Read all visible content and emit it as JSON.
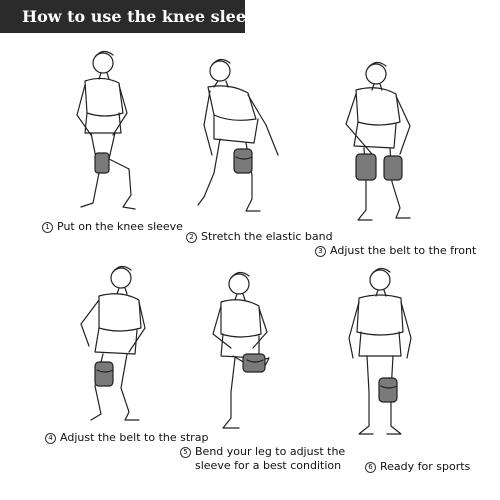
{
  "header": {
    "title": "How to use the knee sleeve."
  },
  "steps": [
    {
      "number": "1",
      "text": "Put on the knee sleeve"
    },
    {
      "number": "2",
      "text": "Stretch the elastic band"
    },
    {
      "number": "3",
      "text": "Adjust the belt to the front"
    },
    {
      "number": "4",
      "text": "Adjust the belt to the strap"
    },
    {
      "number": "5",
      "line1": "Bend your leg to adjust the",
      "line2": "sleeve for a best condition"
    },
    {
      "number": "6",
      "text": "Ready for sports"
    }
  ],
  "colors": {
    "banner": "#2b2b2b",
    "sleeve": "#7a7a7a",
    "line": "#222222"
  }
}
